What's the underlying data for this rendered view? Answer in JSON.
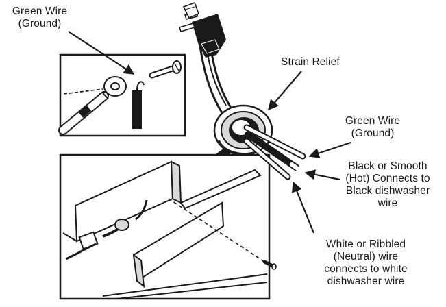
{
  "labels": {
    "green_wire_top": [
      "Green Wire",
      "(Ground)"
    ],
    "strain_relief": "Strain Relief",
    "green_wire_right": [
      "Green Wire",
      "(Ground)"
    ],
    "black_wire": [
      "Black  or Smooth",
      "(Hot) Connects to",
      "Black dishwasher",
      "wire"
    ],
    "white_wire": [
      "White or Ribbled",
      "(Neutral) wire",
      "connects to white",
      "dishwasher wire"
    ]
  },
  "colors": {
    "line": "#1a1a1a",
    "fill_light": "#ffffff",
    "fill_grey": "#d9d9d9",
    "fill_dark": "#1a1a1a"
  },
  "icons": [
    "power-plug-icon",
    "ring-terminal-icon",
    "screw-icon",
    "strain-relief-icon",
    "junction-box-icon"
  ]
}
